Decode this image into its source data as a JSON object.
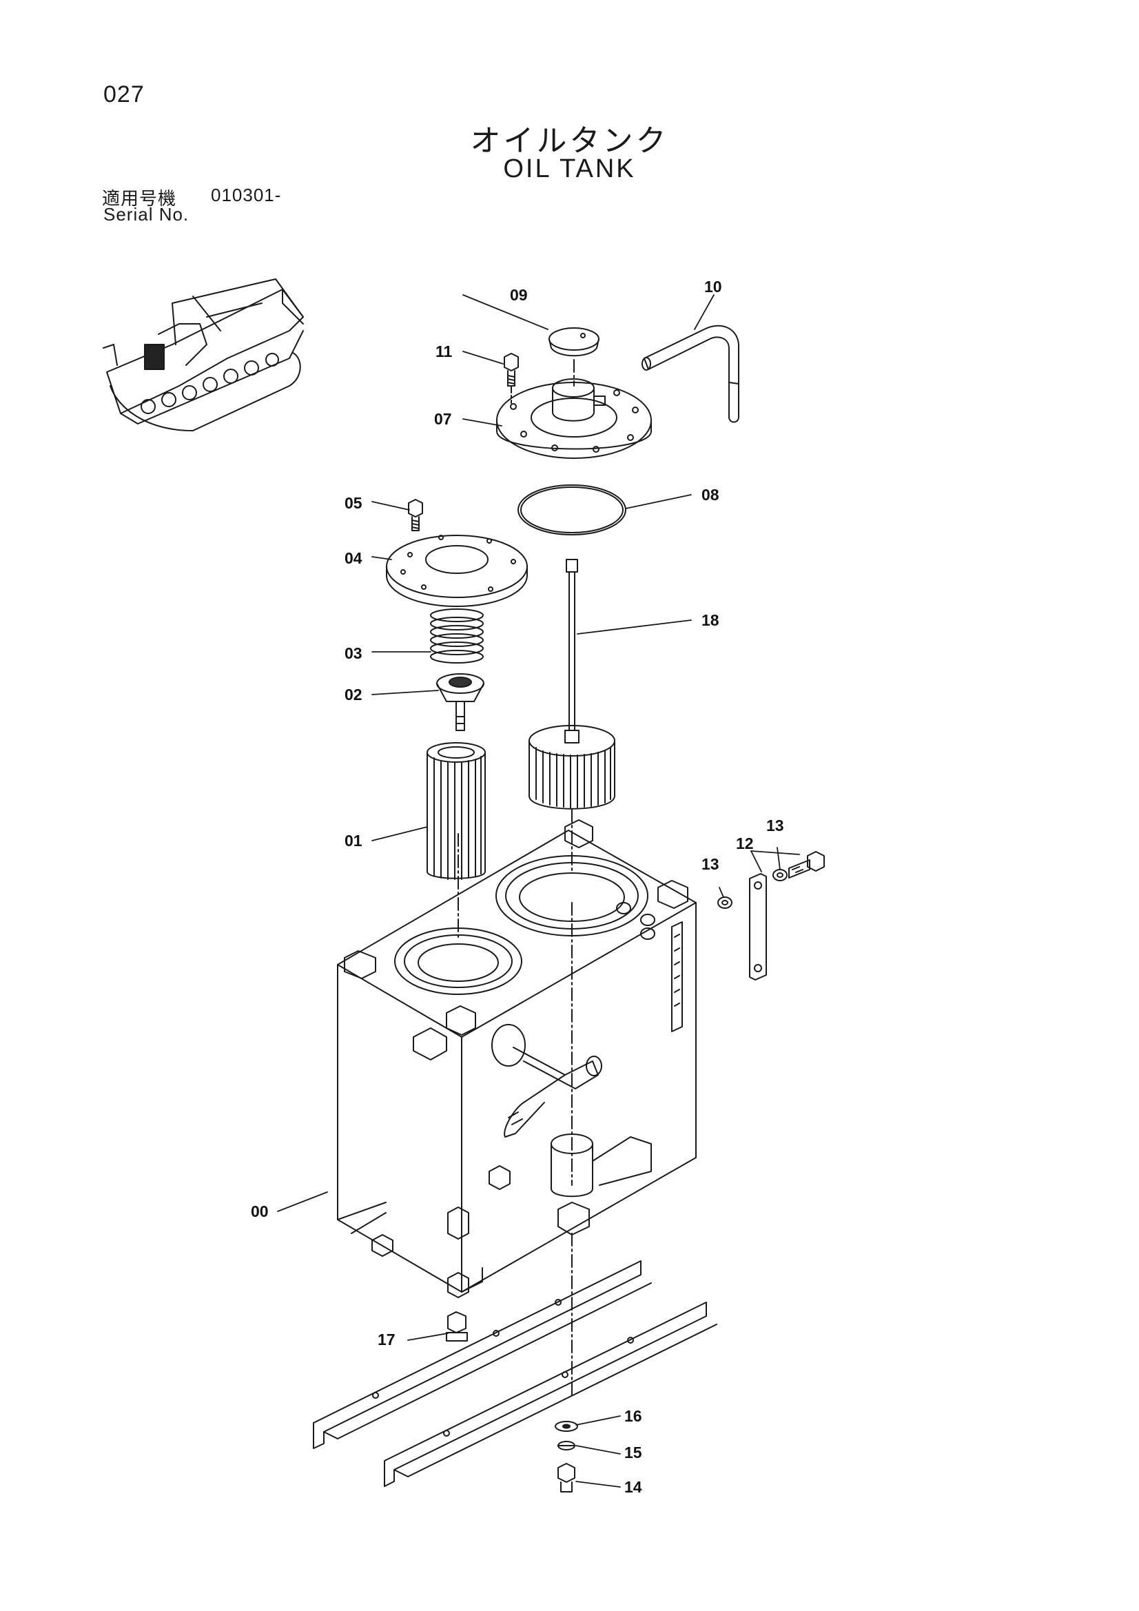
{
  "page_number": "027",
  "title_jp": "オイルタンク",
  "title_en": "OIL TANK",
  "serial": {
    "label_jp": "適用号機",
    "number": "010301-",
    "label_en": "Serial No."
  },
  "callouts": {
    "c00": "00",
    "c01": "01",
    "c02": "02",
    "c03": "03",
    "c04": "04",
    "c05": "05",
    "c07": "07",
    "c08": "08",
    "c09": "09",
    "c10": "10",
    "c11": "11",
    "c12": "12",
    "c13a": "13",
    "c13b": "13",
    "c14": "14",
    "c15": "15",
    "c16": "16",
    "c17": "17",
    "c18": "18"
  }
}
